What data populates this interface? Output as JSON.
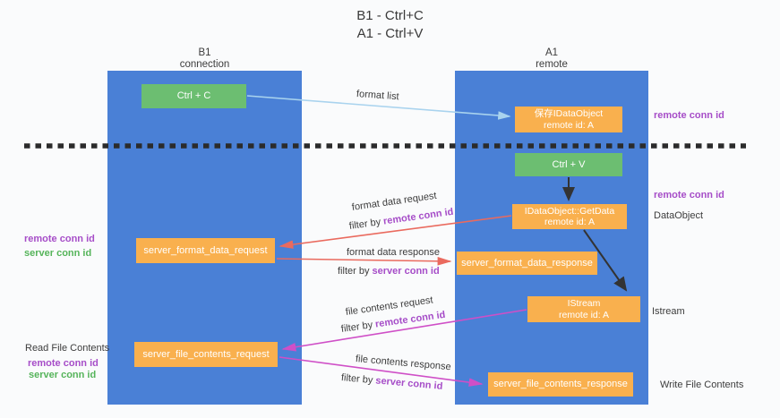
{
  "title": {
    "line1": "B1 - Ctrl+C",
    "line2": "A1 - Ctrl+V"
  },
  "columns": {
    "left": {
      "name": "B1",
      "subtitle": "connection"
    },
    "right": {
      "name": "A1",
      "subtitle": "remote"
    }
  },
  "boxes": {
    "ctrl_c": "Ctrl + C",
    "ctrl_v": "Ctrl + V",
    "save_dataobject": {
      "line1": "保存IDataObject",
      "line2": "remote id: A"
    },
    "getdata": {
      "line1": "IDataObject::GetData",
      "line2": "remote id: A"
    },
    "istream": {
      "line1": "IStream",
      "line2": "remote id: A"
    },
    "format_request": "server_format_data_request",
    "format_response": "server_format_data_response",
    "file_request": "server_file_contents_request",
    "file_response": "server_file_contents_response"
  },
  "arrow_labels": {
    "format_list": "format list",
    "format_data_request": "format data request",
    "format_data_response": "format data response",
    "file_contents_request": "file contents request",
    "file_contents_response": "file contents response",
    "filter_request_format": {
      "prefix": "filter by ",
      "term": "remote conn id"
    },
    "filter_response_format": {
      "prefix": "filter by ",
      "term": "server conn id"
    },
    "filter_request_file": {
      "prefix": "filter by ",
      "term": "remote conn id"
    },
    "filter_response_file": {
      "prefix": "filter by ",
      "term": "server conn id"
    }
  },
  "side_labels": {
    "right_remote_conn_top": "remote conn id",
    "right_remote_conn_mid": "remote conn id",
    "right_dataobject": "DataObject",
    "right_istream": "Istream",
    "right_write_file": "Write File Contents",
    "left_remote_conn_1": "remote conn id",
    "left_server_conn_1": "server conn id",
    "left_read_file": "Read File Contents",
    "left_remote_conn_2": "remote conn id",
    "left_server_conn_2": "server conn id"
  },
  "colors": {
    "column_blue": "#4a80d6",
    "box_orange": "#f9b04e",
    "box_green": "#6cbe71",
    "label_purple": "#a64dc8",
    "label_green": "#55b45a",
    "arrow_red": "#ea6a5e",
    "arrow_magenta": "#cf4fc7",
    "arrow_lightblue": "#a9d3ee",
    "arrow_black": "#333333",
    "background": "#fafbfc"
  }
}
